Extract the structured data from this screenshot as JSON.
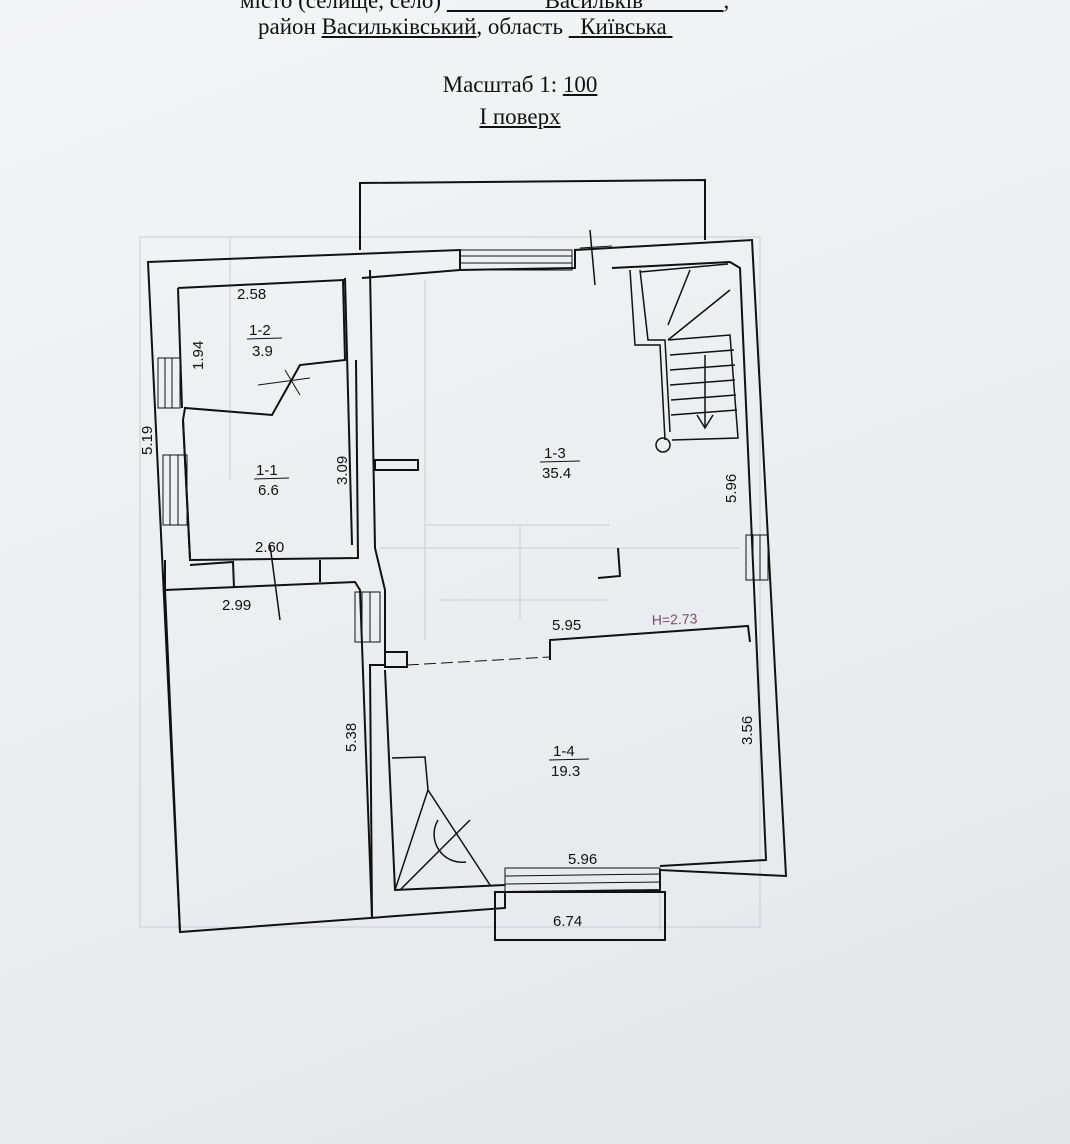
{
  "header": {
    "line1_prefix": "місто (селище, село)",
    "line1_value": "Васильків",
    "line1_suffix": ",",
    "line2_label_district": "район",
    "line2_district": "Васильківський",
    "line2_label_region": "область",
    "line2_region": "Київська"
  },
  "scale": {
    "label": "Масштаб 1:",
    "value": "100"
  },
  "floor_title": "І поверх",
  "rooms": {
    "r11": {
      "id": "1-1",
      "area": "6.6"
    },
    "r12": {
      "id": "1-2",
      "area": "3.9"
    },
    "r13": {
      "id": "1-3",
      "area": "35.4"
    },
    "r14": {
      "id": "1-4",
      "area": "19.3"
    }
  },
  "dimensions": {
    "d258": "2.58",
    "d194": "1.94",
    "d519": "5.19",
    "d309": "3.09",
    "d260": "2.60",
    "d299": "2.99",
    "d538": "5.38",
    "d596a": "5.96",
    "d595": "5.95",
    "d356": "3.56",
    "d596b": "5.96",
    "d674": "6.74"
  },
  "height_note": "H=2.73",
  "colors": {
    "paper": "#eceef0",
    "ink": "#111111",
    "height_note": "#7a4a6a"
  }
}
